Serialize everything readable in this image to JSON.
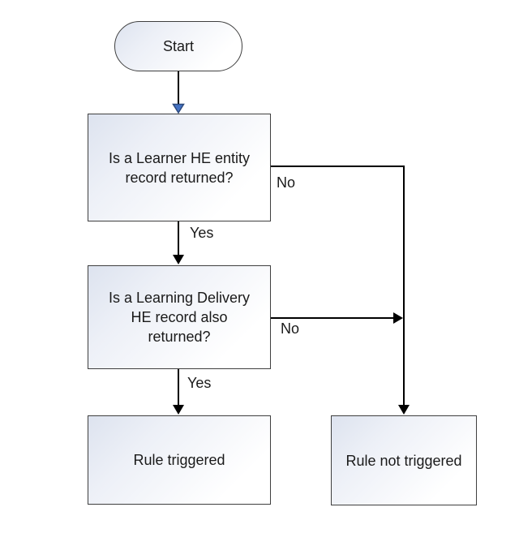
{
  "colors": {
    "canvas_bg": "#ffffff",
    "node_border": "#3f3f3f",
    "node_fill_top": "#dde3ef",
    "node_fill_bottom": "#ffffff",
    "line": "#000000",
    "arrow_fill": "#000000",
    "arrow_accent_fill": "#4472c4",
    "arrow_accent_stroke": "#2e4a7d",
    "text": "#1a1a1a"
  },
  "nodes": {
    "start": {
      "label": "Start"
    },
    "q1": {
      "label": "Is a Learner HE entity\nrecord returned?"
    },
    "q2": {
      "label": "Is a Learning Delivery\nHE record also\nreturned?"
    },
    "rule_triggered": {
      "label": "Rule triggered"
    },
    "rule_not_triggered": {
      "label": "Rule not triggered"
    }
  },
  "edge_labels": {
    "q1_yes": "Yes",
    "q1_no": "No",
    "q2_yes": "Yes",
    "q2_no": "No"
  }
}
